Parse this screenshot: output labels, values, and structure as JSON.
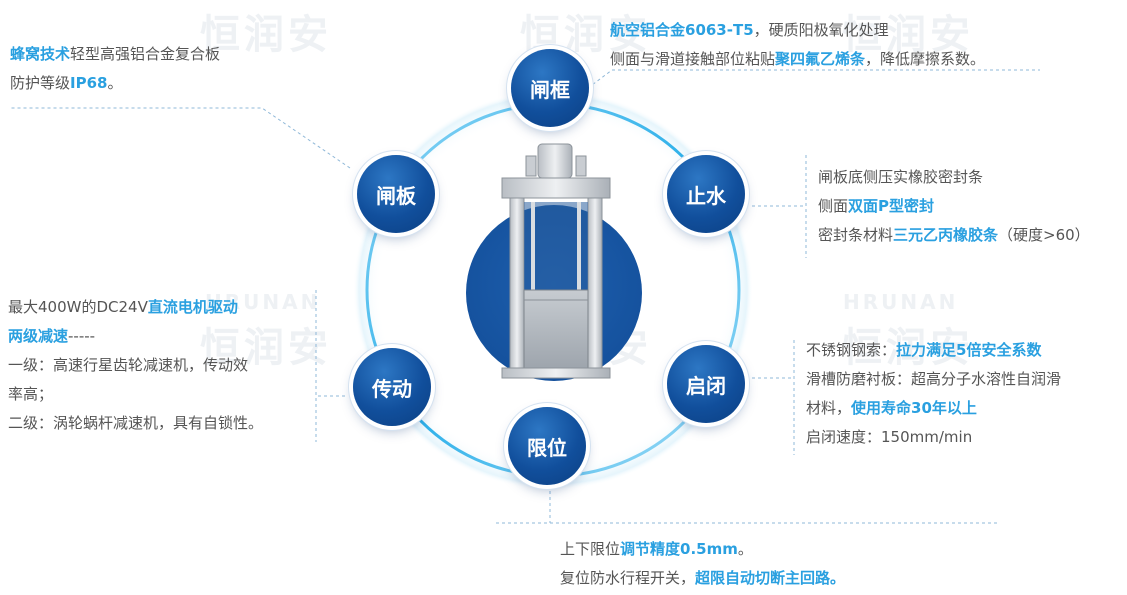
{
  "watermarks": {
    "cn": "恒润安",
    "en": "HRUNAN"
  },
  "colors": {
    "node_blue": "#114f9c",
    "highlight": "#2aa0e0",
    "ring": "#33b5ea",
    "text": "#555555"
  },
  "nodes": {
    "frame": "闸框",
    "plate": "闸板",
    "seal": "止水",
    "drive": "传动",
    "hoist": "启闭",
    "limit": "限位"
  },
  "product_image": "sluice-gate-product",
  "frame_text": {
    "l1_hl": "航空铝合金6063-T5",
    "l1_rest": "，硬质阳极氧化处理",
    "l2_a": "侧面与滑道接触部位粘贴",
    "l2_hl": "聚四氟乙烯条",
    "l2_b": "，降低摩擦系数。"
  },
  "plate_text": {
    "l1_hl": "蜂窝技术",
    "l1_rest": "轻型高强铝合金复合板",
    "l2_a": "防护等级",
    "l2_hl": "IP68",
    "l2_b": "。"
  },
  "seal_text": {
    "l1": "闸板底侧压实橡胶密封条",
    "l2_a": "侧面",
    "l2_hl": "双面P型密封",
    "l3_a": "密封条材料",
    "l3_hl": "三元乙丙橡胶条",
    "l3_b": "（硬度>60）"
  },
  "drive_text": {
    "l1_a": "最大400W的DC24V",
    "l1_hl": "直流电机驱动",
    "l2_hl": "两级减速",
    "l2_b": "-----",
    "l3": "一级：高速行星齿轮减速机，传动效",
    "l4": "率高；",
    "l5": "二级：涡轮蜗杆减速机，具有自锁性。"
  },
  "hoist_text": {
    "l1_a": "不锈钢钢索：",
    "l1_hl": "拉力满足5倍安全系数",
    "l2": "滑槽防磨衬板：超高分子水溶性自润滑",
    "l3_a": "材料，",
    "l3_hl": "使用寿命30年以上",
    "l4": "启闭速度：150mm/min"
  },
  "limit_text": {
    "l1_a": "上下限位",
    "l1_hl": "调节精度0.5mm",
    "l1_b": "。",
    "l2_a": "复位防水行程开关，",
    "l2_hl": "超限自动切断主回路。"
  }
}
